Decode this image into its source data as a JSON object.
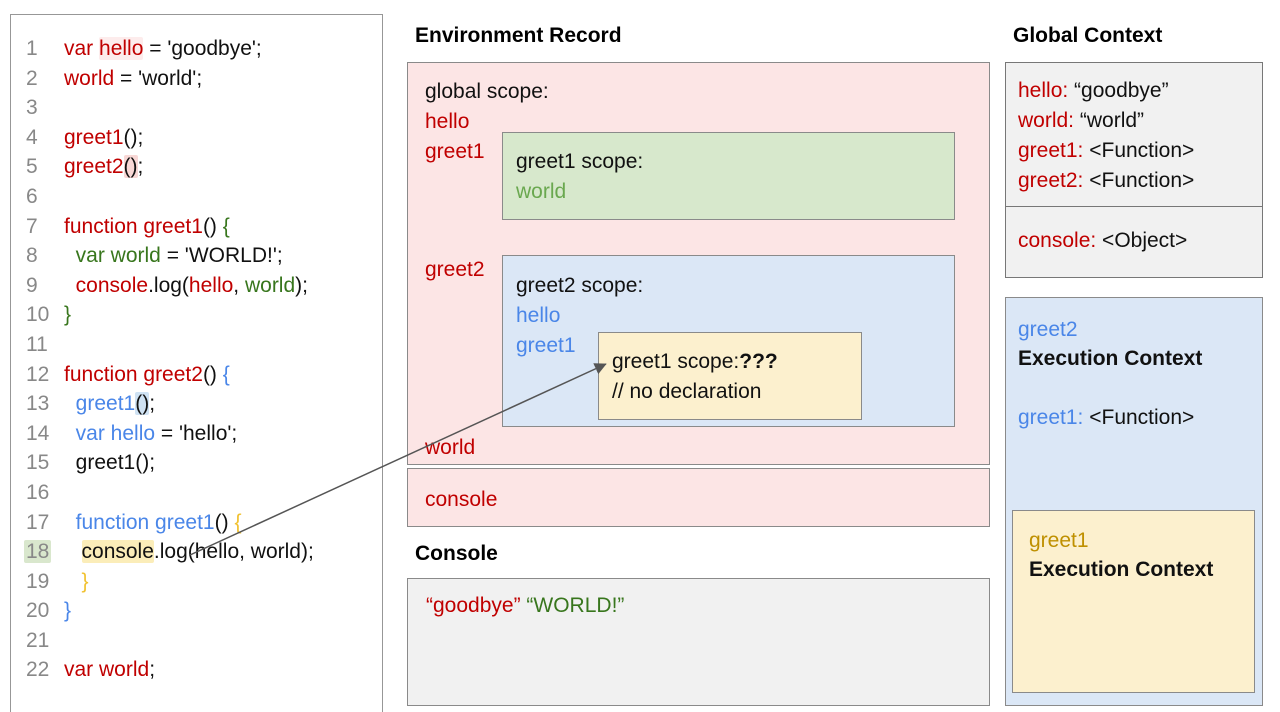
{
  "colors": {
    "code_red": "#c00000",
    "code_green": "#38761d",
    "code_blue": "#4a86e8",
    "gold_brace": "#f1c232",
    "gold_label": "#bf9000",
    "light_green_text": "#6aa84f",
    "line_number_gray": "#888888",
    "pink_fill": "#fce5e5",
    "green_fill": "#d7e8cc",
    "blue_fill": "#dbe7f6",
    "yellow_fill": "#fcf0ce",
    "gray_fill": "#f1f1f1",
    "highlight_pink": "#f8d7d5",
    "highlight_blue": "#cfe2f3",
    "highlight_yellow": "#fbedb9",
    "highlight_green": "#d9e7cd",
    "arrow_gray": "#555555"
  },
  "code_panel": {
    "lines": [
      {
        "n": "1",
        "seg": [
          {
            "t": "var ",
            "c": "r"
          },
          {
            "t": "hello",
            "c": "r",
            "bg": "pinksoft"
          },
          {
            "t": " = 'goodbye';",
            "c": "k"
          }
        ]
      },
      {
        "n": "2",
        "seg": [
          {
            "t": "world",
            "c": "r"
          },
          {
            "t": " = 'world';",
            "c": "k"
          }
        ]
      },
      {
        "n": "3",
        "seg": []
      },
      {
        "n": "4",
        "seg": [
          {
            "t": "greet1",
            "c": "r"
          },
          {
            "t": "();",
            "c": "k"
          }
        ]
      },
      {
        "n": "5",
        "seg": [
          {
            "t": "greet2",
            "c": "r"
          },
          {
            "t": "()",
            "c": "k",
            "bg": "pink"
          },
          {
            "t": ";",
            "c": "k"
          }
        ]
      },
      {
        "n": "6",
        "seg": []
      },
      {
        "n": "7",
        "seg": [
          {
            "t": "function greet1",
            "c": "r"
          },
          {
            "t": "() ",
            "c": "k"
          },
          {
            "t": "{",
            "c": "g"
          }
        ]
      },
      {
        "n": "8",
        "seg": [
          {
            "t": "  ",
            "c": "k"
          },
          {
            "t": "var world",
            "c": "g"
          },
          {
            "t": " = 'WORLD!';",
            "c": "k"
          }
        ]
      },
      {
        "n": "9",
        "seg": [
          {
            "t": "  ",
            "c": "k"
          },
          {
            "t": "console",
            "c": "r"
          },
          {
            "t": ".log(",
            "c": "k"
          },
          {
            "t": "hello",
            "c": "r"
          },
          {
            "t": ", ",
            "c": "k"
          },
          {
            "t": "world",
            "c": "g"
          },
          {
            "t": ");",
            "c": "k"
          }
        ]
      },
      {
        "n": "10",
        "seg": [
          {
            "t": "}",
            "c": "g"
          }
        ]
      },
      {
        "n": "11",
        "seg": []
      },
      {
        "n": "12",
        "seg": [
          {
            "t": "function greet2",
            "c": "r"
          },
          {
            "t": "() ",
            "c": "k"
          },
          {
            "t": "{",
            "c": "b"
          }
        ]
      },
      {
        "n": "13",
        "seg": [
          {
            "t": "  ",
            "c": "k"
          },
          {
            "t": "greet1",
            "c": "b"
          },
          {
            "t": "()",
            "c": "k",
            "bg": "blue"
          },
          {
            "t": ";",
            "c": "k"
          }
        ]
      },
      {
        "n": "14",
        "seg": [
          {
            "t": "  ",
            "c": "k"
          },
          {
            "t": "var hello",
            "c": "b"
          },
          {
            "t": " = 'hello';",
            "c": "k"
          }
        ]
      },
      {
        "n": "15",
        "seg": [
          {
            "t": "  greet1();",
            "c": "k"
          }
        ]
      },
      {
        "n": "16",
        "seg": []
      },
      {
        "n": "17",
        "seg": [
          {
            "t": "  ",
            "c": "k"
          },
          {
            "t": "function greet1",
            "c": "b"
          },
          {
            "t": "() ",
            "c": "k"
          },
          {
            "t": "{",
            "c": "o"
          }
        ]
      },
      {
        "n": "18",
        "nbg": "green",
        "seg": [
          {
            "t": "   ",
            "c": "k"
          },
          {
            "t": "console",
            "c": "k",
            "bg": "yellow"
          },
          {
            "t": ".log(hello, world);",
            "c": "k"
          }
        ]
      },
      {
        "n": "19",
        "seg": [
          {
            "t": "   ",
            "c": "k"
          },
          {
            "t": "}",
            "c": "o"
          }
        ]
      },
      {
        "n": "20",
        "seg": [
          {
            "t": "}",
            "c": "b"
          }
        ]
      },
      {
        "n": "21",
        "seg": []
      },
      {
        "n": "22",
        "seg": [
          {
            "t": "var world",
            "c": "r"
          },
          {
            "t": ";",
            "c": "k"
          }
        ]
      }
    ]
  },
  "environment_record": {
    "title": "Environment Record",
    "global_scope_label": "global scope:",
    "var_hello": "hello",
    "var_greet1": "greet1",
    "var_greet2": "greet2",
    "var_world": "world",
    "var_console": "console",
    "greet1_scope": {
      "label": "greet1 scope:",
      "var_world": "world"
    },
    "greet2_scope": {
      "label": "greet2 scope:",
      "var_hello": "hello",
      "var_greet1": "greet1",
      "greet1_scope": {
        "label": "greet1 scope:",
        "unknown": "???",
        "comment": "// no declaration"
      }
    }
  },
  "console_panel": {
    "title": "Console",
    "output": [
      {
        "t": "“goodbye”",
        "c": "r"
      },
      {
        "t": " ",
        "c": "k"
      },
      {
        "t": "“WORLD!”",
        "c": "g"
      }
    ]
  },
  "global_context": {
    "title": "Global Context",
    "entries": [
      [
        {
          "t": "hello:",
          "c": "r"
        },
        {
          "t": " “goodbye”",
          "c": "k"
        }
      ],
      [
        {
          "t": "world:",
          "c": "r"
        },
        {
          "t": " “world”",
          "c": "k"
        }
      ],
      [
        {
          "t": "greet1:",
          "c": "r"
        },
        {
          "t": " <Function>",
          "c": "k"
        }
      ],
      [
        {
          "t": "greet2:",
          "c": "r"
        },
        {
          "t": " <Function>",
          "c": "k"
        }
      ]
    ],
    "console_entry": [
      {
        "t": "console:",
        "c": "r"
      },
      {
        "t": " <Object>",
        "c": "k"
      }
    ]
  },
  "greet2_execution_context": {
    "name": "greet2",
    "label": "Execution Context",
    "entry": [
      {
        "t": "greet1:",
        "c": "b"
      },
      {
        "t": " <Function>",
        "c": "k"
      }
    ],
    "greet1_execution_context": {
      "name": "greet1",
      "label": "Execution Context"
    }
  }
}
